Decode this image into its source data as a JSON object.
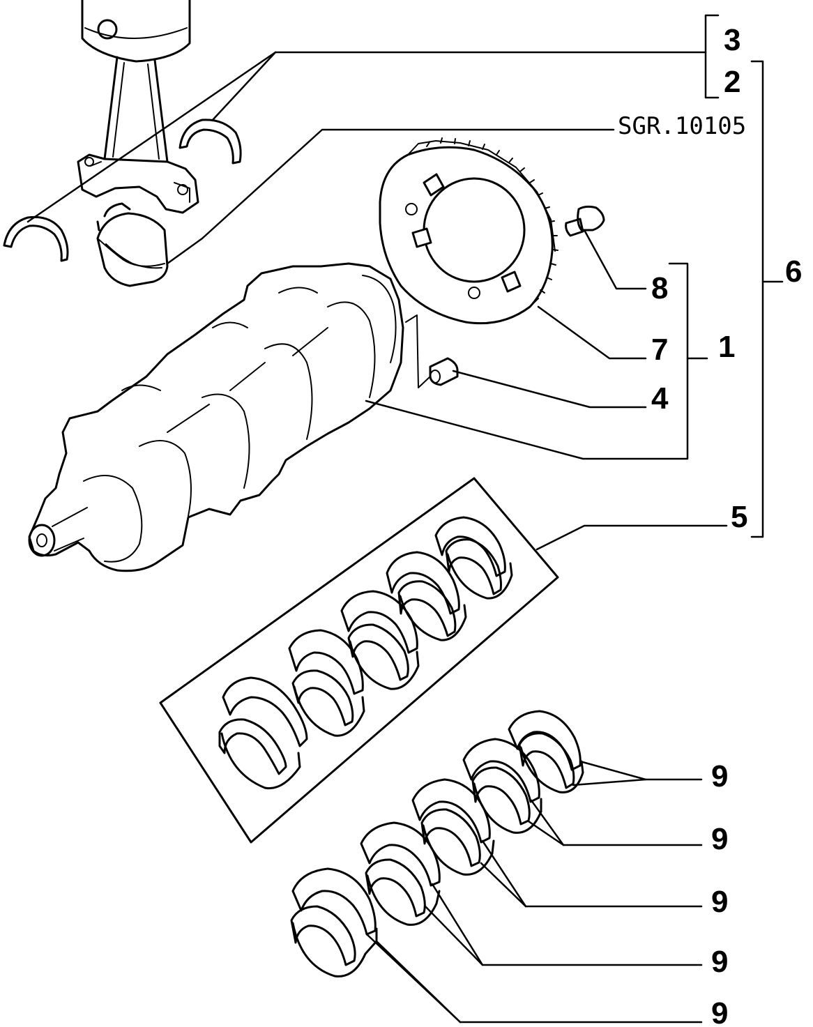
{
  "drawing_code": "SGR.10105",
  "callouts": {
    "c1": "1",
    "c2": "2",
    "c3": "3",
    "c4": "4",
    "c5": "5",
    "c6": "6",
    "c7": "7",
    "c8": "8",
    "c9": "9"
  }
}
